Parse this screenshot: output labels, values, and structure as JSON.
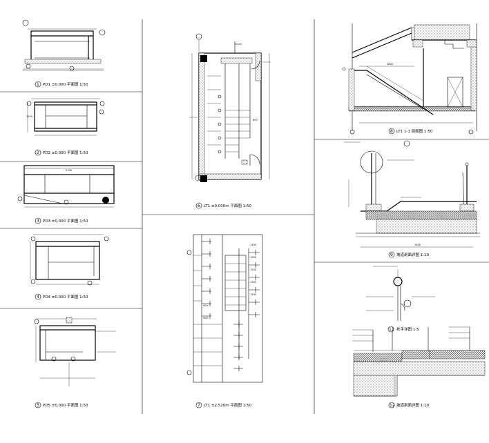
{
  "sheet": {
    "labels": [
      {
        "num": "1",
        "text": "PD1 ±0.000 平面图 1:50"
      },
      {
        "num": "2",
        "text": "PD2 ±0.000 平面图 1:50"
      },
      {
        "num": "3",
        "text": "PD3 ±0.000 平面图 1:50"
      },
      {
        "num": "4",
        "text": "PD4 ±0.000 平面图 1:50"
      },
      {
        "num": "5",
        "text": "PD5 ±0.000 平面图 1:50"
      },
      {
        "num": "6",
        "text": "LT1 ±0.000m 平面图 1:50"
      },
      {
        "num": "7",
        "text": "LT1 ±2.520m 平面图 1:50"
      },
      {
        "num": "8",
        "text": "LT1 1-1 剖面图 1:50"
      },
      {
        "num": "9",
        "text": "坡道剖面详图 1:10"
      },
      {
        "num": "11",
        "text": "扶手详图 1:5"
      },
      {
        "num": "12",
        "text": "坡道剖面详图 1:10"
      }
    ],
    "colors": {
      "ink": "#000000",
      "paper": "#ffffff"
    }
  }
}
